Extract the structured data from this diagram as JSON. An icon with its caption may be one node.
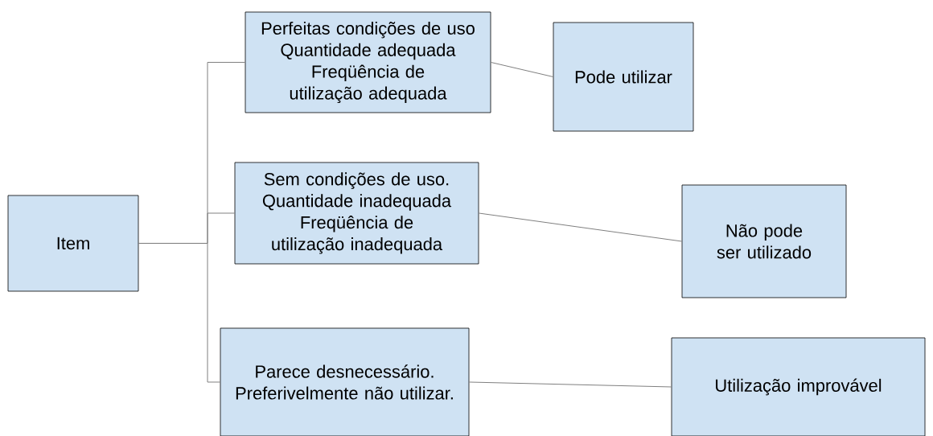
{
  "diagram": {
    "nodes": [
      {
        "text": [
          "Item"
        ]
      },
      {
        "text": [
          "Perfeitas condições de uso",
          "Quantidade adequada",
          "Freqüência de utilização adequada"
        ]
      },
      {
        "text": [
          "Pode utilizar"
        ]
      },
      {
        "text": [
          "Sem condições de uso.",
          "Quantidade inadequada",
          "Freqüência de utilização inadequada"
        ]
      },
      {
        "text": [
          "Não pode ser utilizado"
        ]
      },
      {
        "text": [
          "Parece desnecessário.",
          "Preferivelmente não utilizar."
        ]
      },
      {
        "text": [
          "Utilização improvável"
        ]
      }
    ],
    "edges": [
      {
        "from": 0,
        "to": 1,
        "arrow": "none"
      },
      {
        "from": 0,
        "to": 3,
        "arrow": "none"
      },
      {
        "from": 0,
        "to": 5,
        "arrow": "none"
      },
      {
        "from": 1,
        "to": 2,
        "arrow": "none"
      },
      {
        "from": 3,
        "to": 4,
        "arrow": "none"
      },
      {
        "from": 5,
        "to": 6,
        "arrow": "none"
      }
    ]
  }
}
